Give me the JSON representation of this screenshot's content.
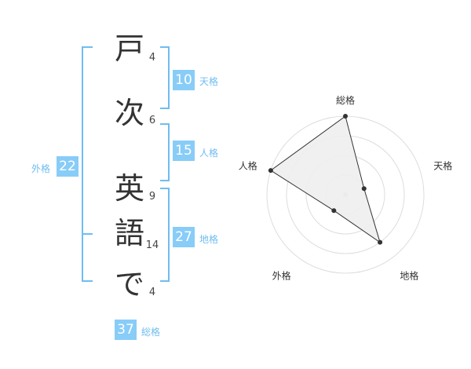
{
  "name_chars": [
    "戸",
    "次",
    "英",
    "語",
    "で"
  ],
  "stroke_counts": [
    "4",
    "6",
    "9",
    "14",
    "4"
  ],
  "kaku": {
    "tenkaku": {
      "value": "10",
      "label": "天格"
    },
    "jinkaku": {
      "value": "15",
      "label": "人格"
    },
    "chikaku": {
      "value": "27",
      "label": "地格"
    },
    "gaikaku": {
      "value": "22",
      "label": "外格"
    },
    "soukaku": {
      "value": "37",
      "label": "総格"
    }
  },
  "colors": {
    "accent": "#88ccf8",
    "bracket": "#70bdf0",
    "radar_fill": "#eeeeee",
    "radar_line": "#333333",
    "grid": "#dddddd"
  },
  "chart_data": {
    "type": "radar",
    "axes": [
      "総格",
      "天格",
      "地格",
      "外格",
      "人格"
    ],
    "values": [
      4,
      1,
      3,
      1,
      4
    ],
    "max": 4,
    "rings": 4
  }
}
